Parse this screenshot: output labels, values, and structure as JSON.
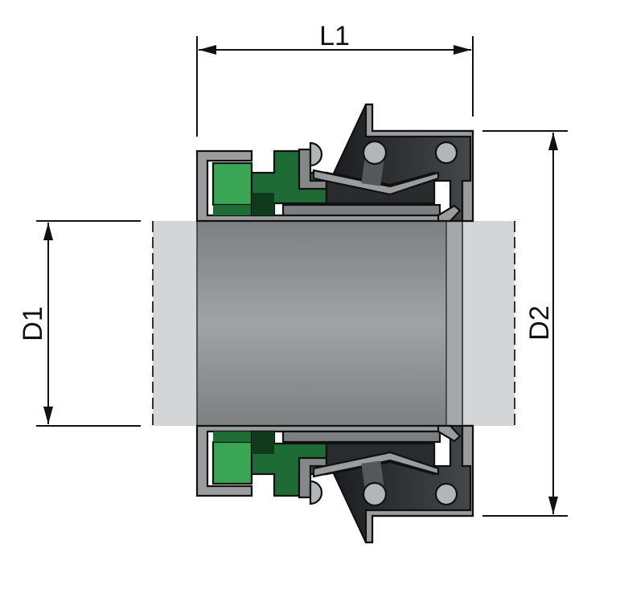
{
  "diagram": {
    "title_hidden": null,
    "dimensions": {
      "length": "L1",
      "shaft_diameter": "D1",
      "outer_diameter": "D2"
    },
    "colors": {
      "seal_green_light": "#3aa655",
      "seal_green_dark": "#1f6b35",
      "housing_gray": "#9a9c9e",
      "dark_casing": "#2c2e30",
      "shaft_gray": "#8e9092",
      "shaft_ext": "#d4d5d6"
    }
  }
}
